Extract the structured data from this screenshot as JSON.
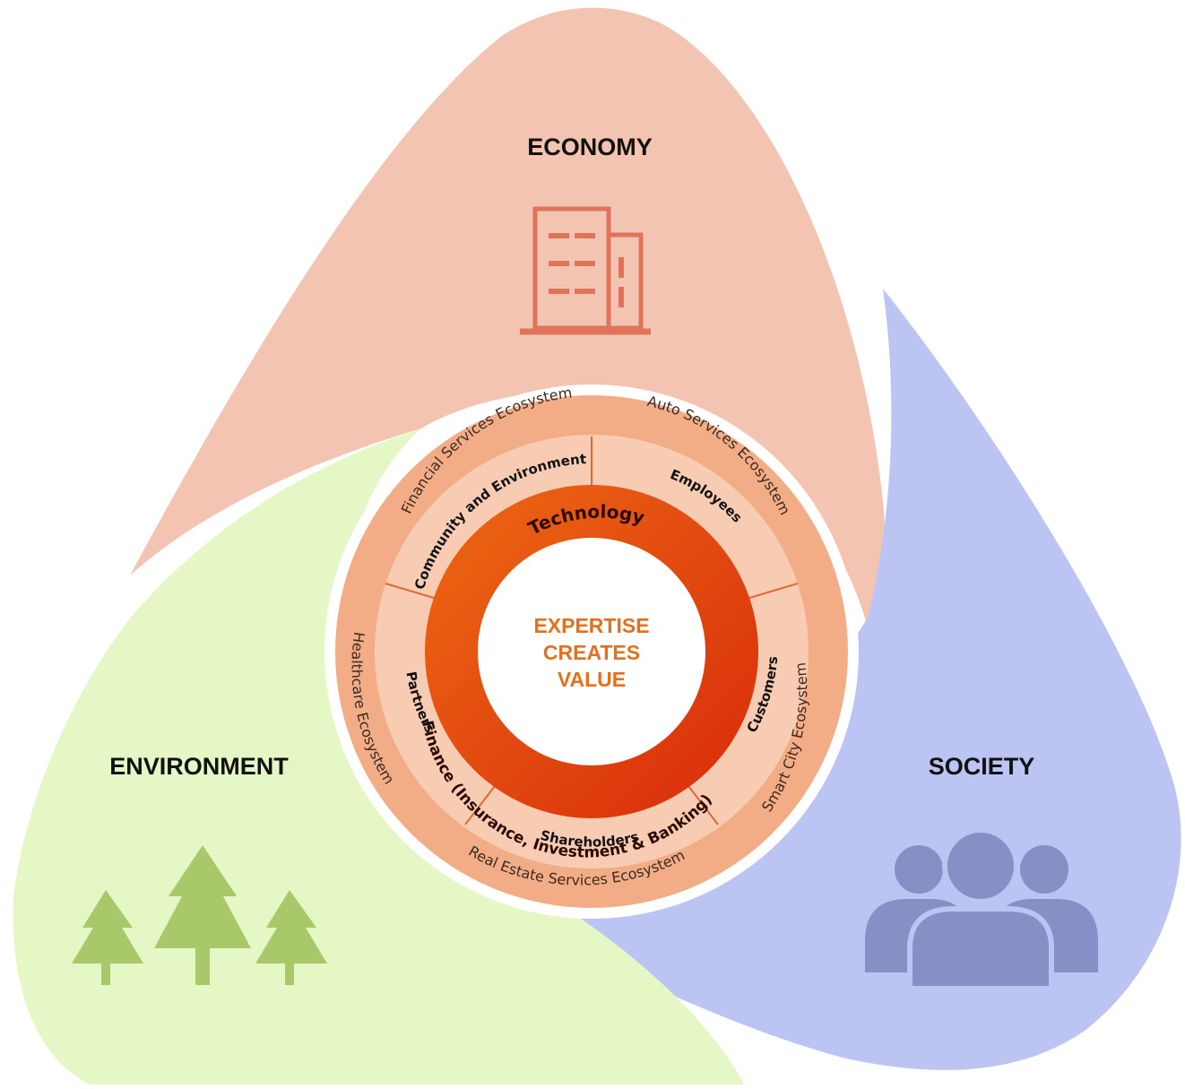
{
  "colors": {
    "economy": "#f3c4b1",
    "environment": "#e6f7c6",
    "society": "#bcc4f3",
    "outer_ring": "#f2ad86",
    "middle_ring": "#f8ccb3",
    "inner_ring": "#e0461a",
    "economy_icon": "#e0745a",
    "environment_icon": "#a9c86a",
    "society_icon": "#8591c6",
    "center_text": "#e4701c"
  },
  "petals": {
    "economy": {
      "label": "ECONOMY",
      "icon": "building-icon"
    },
    "environment": {
      "label": "ENVIRONMENT",
      "icon": "trees-icon"
    },
    "society": {
      "label": "SOCIETY",
      "icon": "people-icon"
    }
  },
  "ecosystems": [
    "Financial Services Ecosystem",
    "Auto Services Ecosystem",
    "Smart City Ecosystem",
    "Real Estate Services Ecosystem",
    "Healthcare Ecosystem"
  ],
  "stakeholders": [
    "Community and Environment",
    "Employees",
    "Customers",
    "Shareholders",
    "Partners"
  ],
  "core": {
    "top": "Technology",
    "bottom": "Finance (Insurance, Investment & Banking)"
  },
  "center": {
    "line1": "EXPERTISE",
    "line2": "CREATES",
    "line3": "VALUE"
  }
}
